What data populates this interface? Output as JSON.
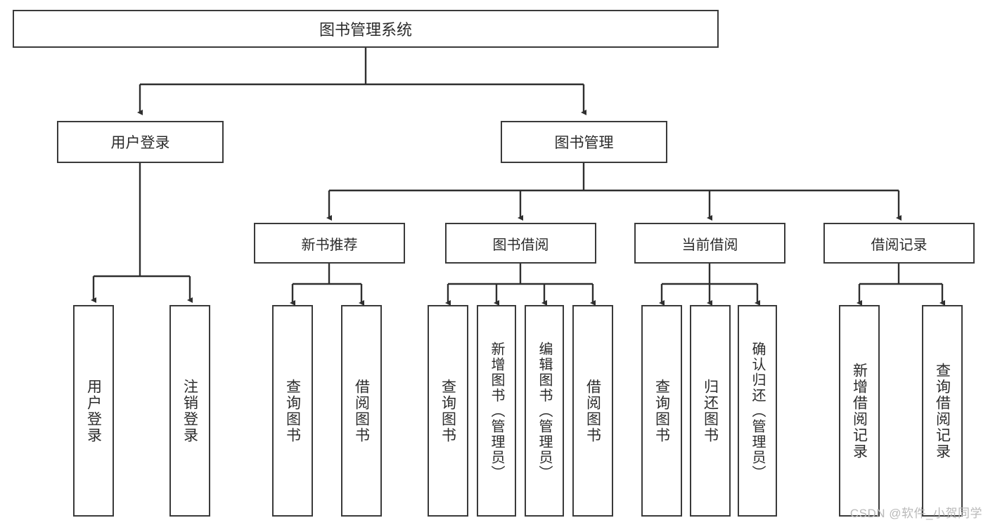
{
  "diagram": {
    "type": "tree",
    "title": "图书管理系统",
    "watermark": "CSDN @软件_小贺同学",
    "colors": {
      "border": "#3a3a3a",
      "background": "#ffffff",
      "text": "#2b2b2b",
      "watermark": "#b9b9b9"
    },
    "nodes": {
      "root": {
        "label": "图书管理系统"
      },
      "level1": [
        {
          "label": "用户登录"
        },
        {
          "label": "图书管理"
        }
      ],
      "level2": [
        {
          "label": "新书推荐"
        },
        {
          "label": "图书借阅"
        },
        {
          "label": "当前借阅"
        },
        {
          "label": "借阅记录"
        }
      ],
      "leaves": {
        "user_login": [
          {
            "label": "用户登录"
          },
          {
            "label": "注销登录"
          }
        ],
        "new_book_recommend": [
          {
            "label": "查询图书"
          },
          {
            "label": "借阅图书"
          }
        ],
        "book_borrow": [
          {
            "label": "查询图书"
          },
          {
            "label": "新增图书（管理员）"
          },
          {
            "label": "编辑图书（管理员）"
          },
          {
            "label": "借阅图书"
          }
        ],
        "current_borrow": [
          {
            "label": "查询图书"
          },
          {
            "label": "归还图书"
          },
          {
            "label": "确认归还（管理员）"
          }
        ],
        "borrow_record": [
          {
            "label": "新增借阅记录"
          },
          {
            "label": "查询借阅记录"
          }
        ]
      }
    }
  }
}
